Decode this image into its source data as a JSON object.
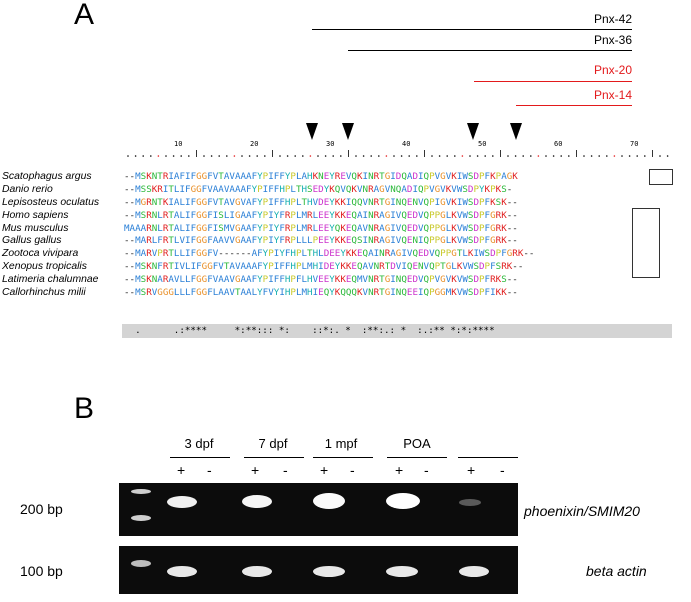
{
  "panelA": {
    "label": "A",
    "peptides": [
      {
        "name": "Pnx-42",
        "color": "#000000"
      },
      {
        "name": "Pnx-36",
        "color": "#000000"
      },
      {
        "name": "Pnx-20",
        "color": "#e31a1c"
      },
      {
        "name": "Pnx-14",
        "color": "#e31a1c"
      }
    ],
    "ruler_numbers": [
      "10",
      "20",
      "30",
      "40",
      "50",
      "60",
      "70"
    ],
    "species": [
      {
        "name": "Scatophagus argus",
        "seq": "--MSKNTRIAFIFGGFVTAVAAAFYPIFFYPLAHKNEYREVQKINRTGIDQADIQPVGVKIWSDPFKPAGK"
      },
      {
        "name": "Danio rerio",
        "seq": "--MSSKRITLIFGGFVAAVAAAFYPIFFHPLTHSEDYKQVQKVNRAGVNQADIQPVGVKVWSDPYKPKS-"
      },
      {
        "name": "Lepisosteus oculatus",
        "seq": "--MGRNTKIALIFGGFVTAVGVAFYPIFFHPLTHVDEYKKIQQVNRTGINQENVQPIGVKIWSDPFKSK--"
      },
      {
        "name": "Homo sapiens",
        "seq": "--MSRNLRTALIFGGFISLIGAAFYPIYFRPLMRLEEYKKEQAINRAGIVQEDVQPPGLKVWSDPFGRK--"
      },
      {
        "name": "Mus musculus",
        "seq": "MAAARNLRTALIFGGFISMVGAAFYPIYFRPLMRLEEYQKEQAVNRAGIVQEDVQPPGLKVWSDPFGRK--"
      },
      {
        "name": "Gallus gallus",
        "seq": "--MARLFRTLVIFGGFAAVVGAAFYPIYFRPLLLPEEYKKEQSINRAGIVQENIQPPGLKVWSDPFGRK--"
      },
      {
        "name": "Zootoca vivipara",
        "seq": "--MARVPRTLLIFGGFV------AFYPIYFHPLTHLDEEYKKEQAINRAGIVQEDVQPPGTLKIWSDPFGRK--"
      },
      {
        "name": "Xenopus tropicalis",
        "seq": "--MSKNFRTIVLIFGGFVTAVAAAFYPIFFHPLMHIDEYKKEQAVNRTDVIQENVQPTGLKVWSDPFSRK--"
      },
      {
        "name": "Latimeria chalumnae",
        "seq": "--MSKNARAVLLFGGFVAAVGAAFYPIFFHPFLHVEEYKKEQMVNRTGINQEDVQPVGVKVWSDPFRKS--"
      },
      {
        "name": "Callorhinchus milii",
        "seq": "--MSRVGGGLLLFGGFLAAVTAALYFVYIHPLMHIEQYKQQQKVNRTGINQEEIQPGGMKVWSDPFIKK--"
      }
    ],
    "consensus": "  .      .:****     *:**::: *:    ::*:. *  :**:.: *  :.:** *:*:****    "
  },
  "panelB": {
    "label": "B",
    "columns": [
      "3 dpf",
      "7 dpf",
      "1 mpf",
      "POA",
      ""
    ],
    "plus": "+",
    "minus": "-",
    "gels": [
      {
        "size": "200 bp",
        "gene": "phoenixin/SMIM20"
      },
      {
        "size": "100 bp",
        "gene": "beta actin"
      }
    ]
  },
  "colors": {
    "red": "#e31a1c",
    "gel_bg": "#0c0c0c",
    "band": "#ffffff",
    "consensus_bg": "#d4d4d4"
  }
}
